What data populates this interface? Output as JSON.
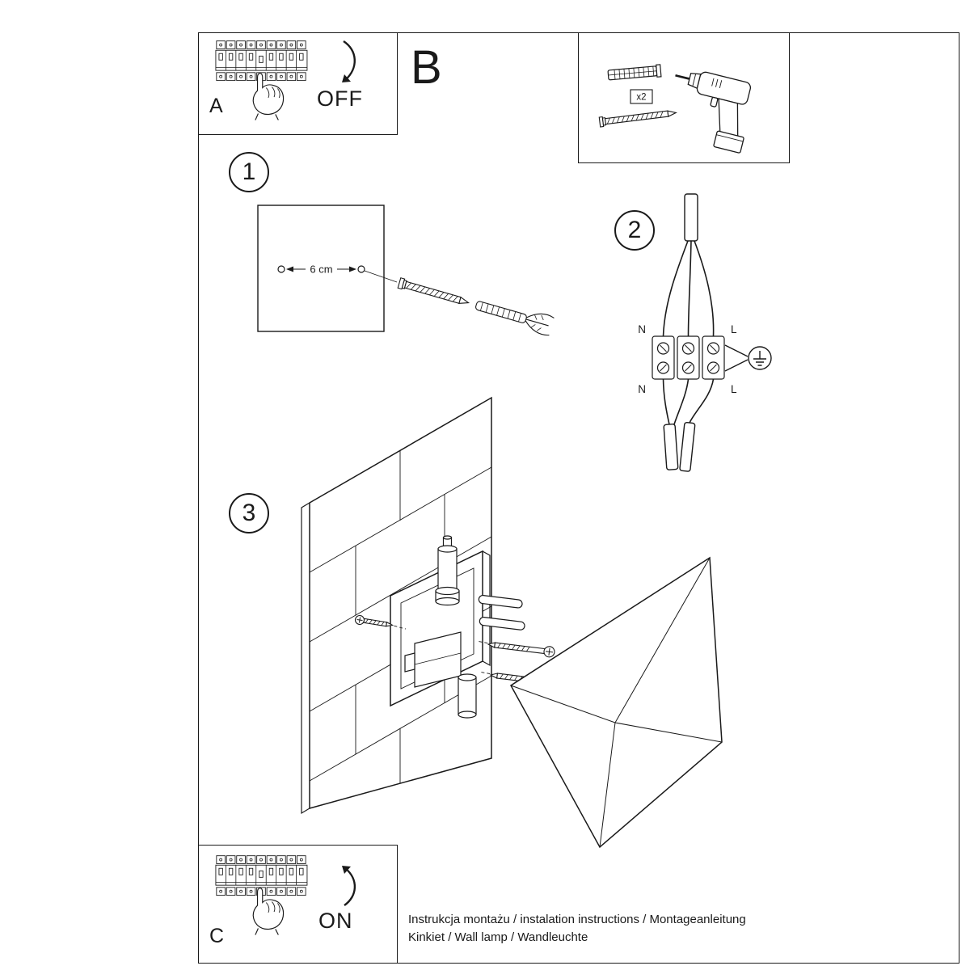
{
  "colors": {
    "ink": "#1a1a1a",
    "paper": "#ffffff"
  },
  "boxes": {
    "a": {
      "label": "A",
      "action": "OFF"
    },
    "b": {
      "label": "B"
    },
    "c": {
      "label": "C",
      "action": "ON"
    },
    "tools": {
      "quantity": "x2"
    }
  },
  "steps": {
    "s1": {
      "number": "1",
      "dimension": "6 cm"
    },
    "s2": {
      "number": "2",
      "labels": {
        "n_top": "N",
        "l_top": "L",
        "n_bottom": "N",
        "l_bottom": "L"
      }
    },
    "s3": {
      "number": "3"
    }
  },
  "footer": {
    "line1": "Instrukcja montażu / instalation instructions / Montageanleitung",
    "line2": "Kinkiet / Wall lamp / Wandleuchte"
  }
}
